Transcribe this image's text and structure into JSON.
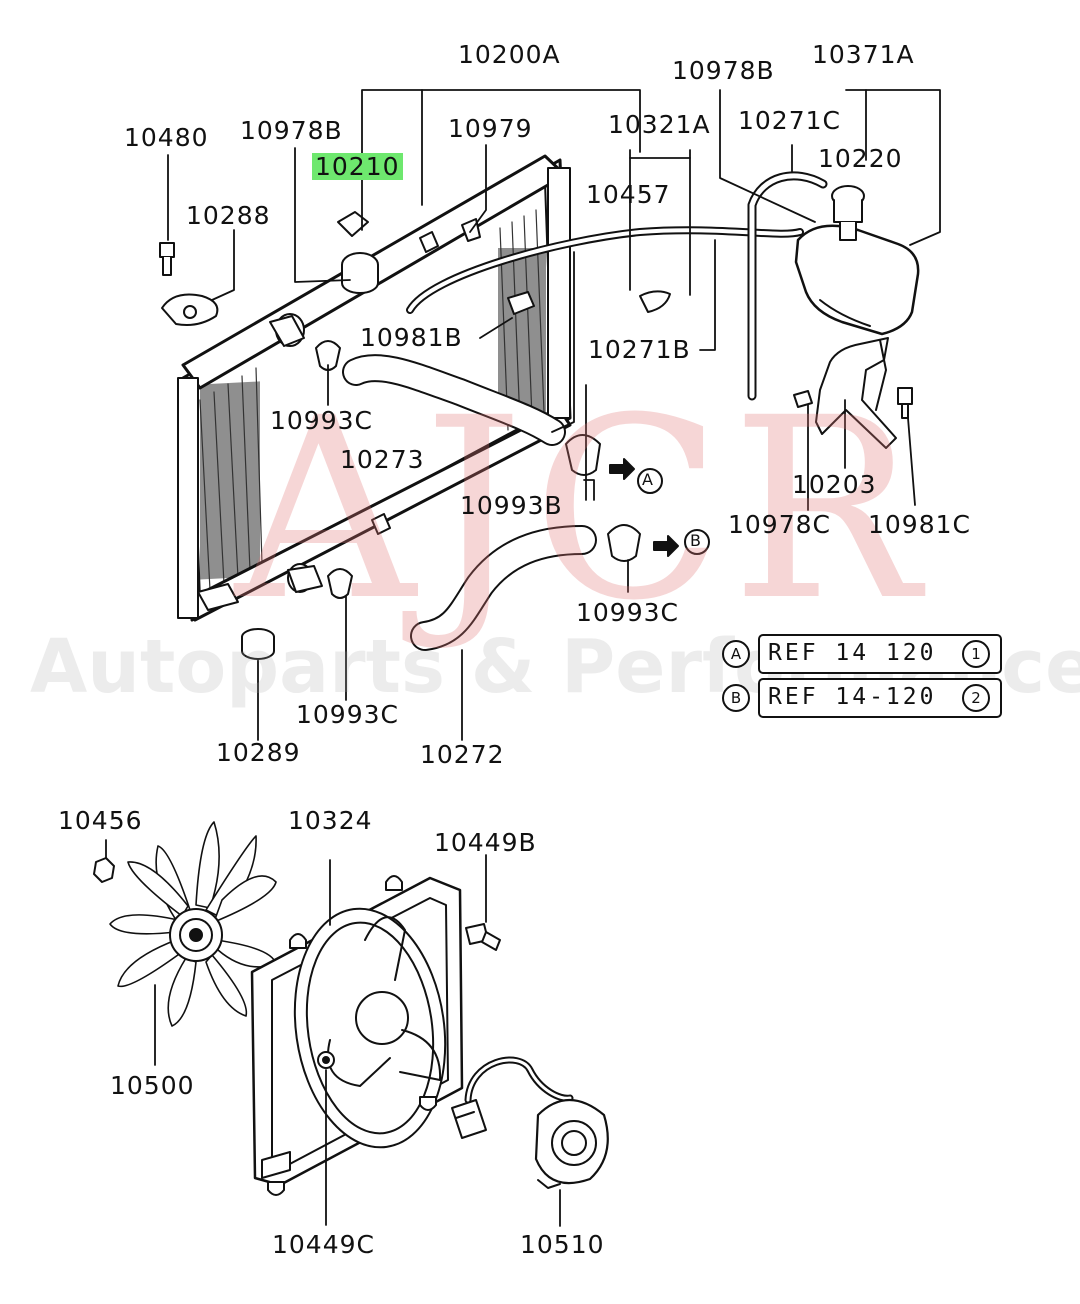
{
  "watermark": {
    "brand": "AJCR",
    "tagline": "Autoparts & Performance"
  },
  "highlighted_part": "10210",
  "part_labels": [
    {
      "id": "l10200a",
      "text": "10200A"
    },
    {
      "id": "l10978b_top",
      "text": "10978B"
    },
    {
      "id": "l10371a",
      "text": "10371A"
    },
    {
      "id": "l10480",
      "text": "10480"
    },
    {
      "id": "l10978b_left",
      "text": "10978B"
    },
    {
      "id": "l10979",
      "text": "10979"
    },
    {
      "id": "l10321a",
      "text": "10321A"
    },
    {
      "id": "l10271c",
      "text": "10271C"
    },
    {
      "id": "l10210",
      "text": "10210"
    },
    {
      "id": "l10220",
      "text": "10220"
    },
    {
      "id": "l10288",
      "text": "10288"
    },
    {
      "id": "l10457",
      "text": "10457"
    },
    {
      "id": "l10981b",
      "text": "10981B"
    },
    {
      "id": "l10271b",
      "text": "10271B"
    },
    {
      "id": "l10993c_a",
      "text": "10993C"
    },
    {
      "id": "l10273",
      "text": "10273"
    },
    {
      "id": "l10993b",
      "text": "10993B"
    },
    {
      "id": "l10203",
      "text": "10203"
    },
    {
      "id": "l10978c",
      "text": "10978C"
    },
    {
      "id": "l10981c",
      "text": "10981C"
    },
    {
      "id": "l10993c_b",
      "text": "10993C"
    },
    {
      "id": "l10289",
      "text": "10289"
    },
    {
      "id": "l10993c_c",
      "text": "10993C"
    },
    {
      "id": "l10272",
      "text": "10272"
    },
    {
      "id": "l10456",
      "text": "10456"
    },
    {
      "id": "l10324",
      "text": "10324"
    },
    {
      "id": "l10449b",
      "text": "10449B"
    },
    {
      "id": "l10500",
      "text": "10500"
    },
    {
      "id": "l10449c",
      "text": "10449C"
    },
    {
      "id": "l10510",
      "text": "10510"
    }
  ],
  "flow_markers": {
    "a": "A",
    "b": "B"
  },
  "references": [
    {
      "marker": "A",
      "text": "REF 14 120",
      "num": "1"
    },
    {
      "marker": "B",
      "text": "REF 14-120",
      "num": "2"
    }
  ],
  "colors": {
    "highlight": "#6ee86e",
    "line": "#111111",
    "watermark": "#e07878"
  }
}
